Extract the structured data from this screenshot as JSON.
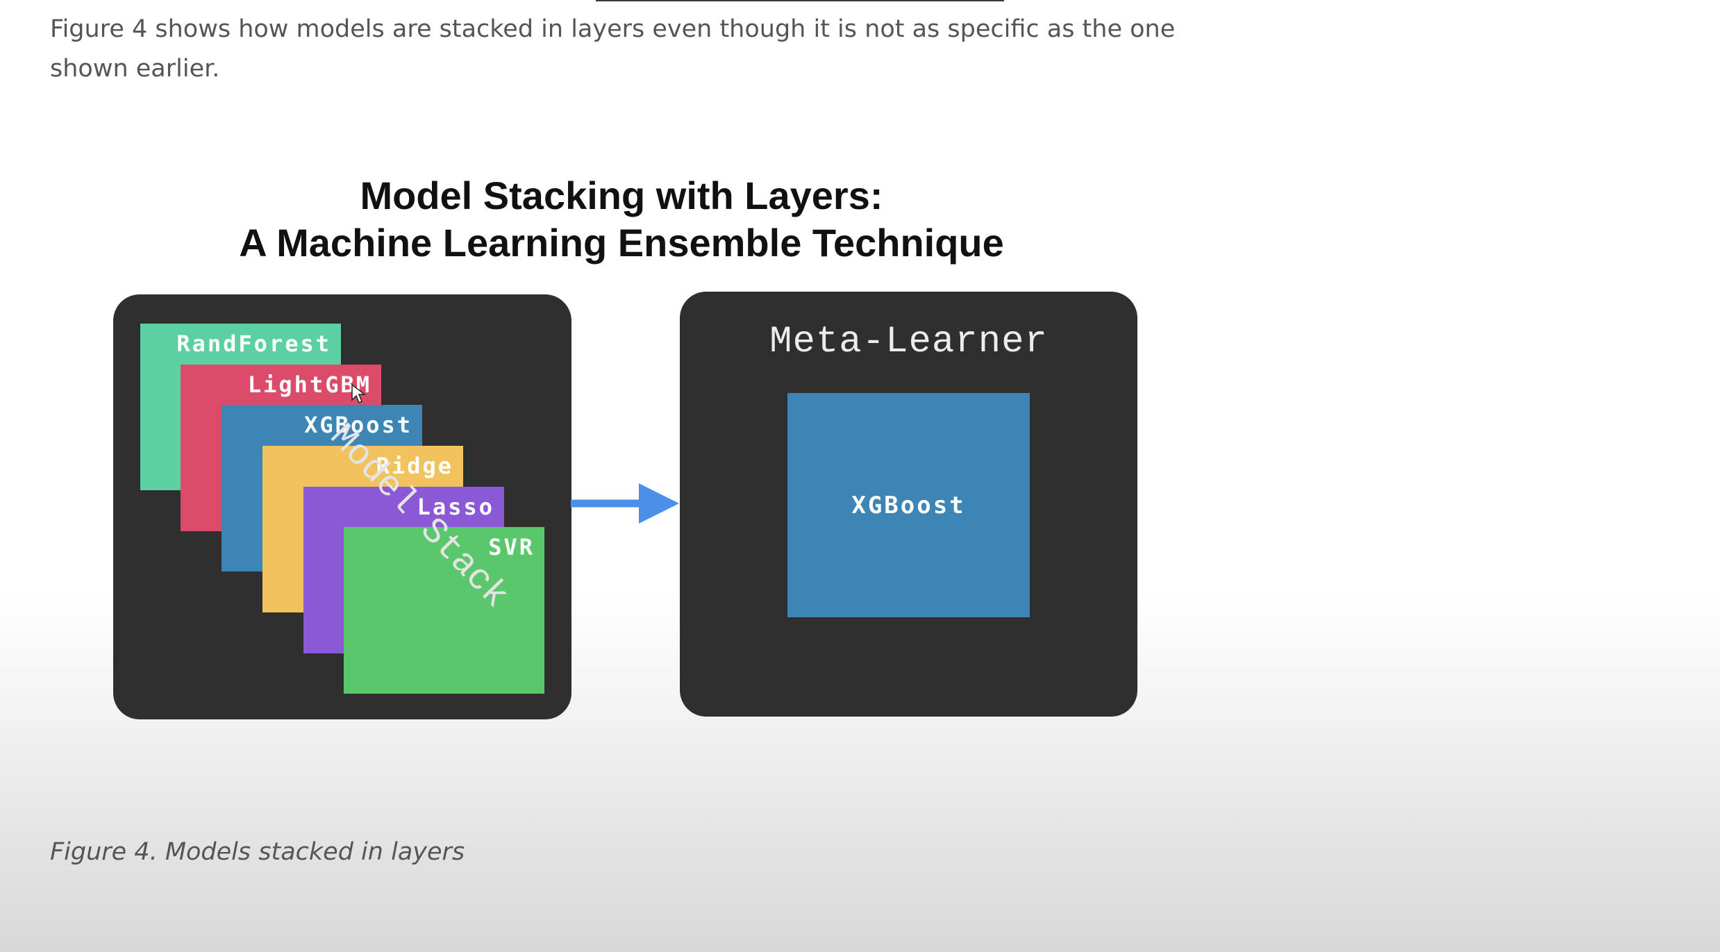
{
  "intro_text": "Figure 4 shows how models are stacked in layers even though it is not as specific as the one shown earlier.",
  "diagram": {
    "title_line1": "Model Stacking with Layers:",
    "title_line2": "A Machine Learning Ensemble Technique",
    "stack_label": "Model Stack",
    "layers": [
      {
        "label": "RandForest",
        "color": "#5ccfa3"
      },
      {
        "label": "LightGBM",
        "color": "#dc4b6a"
      },
      {
        "label": "XGBoost",
        "color": "#3d85b4"
      },
      {
        "label": "Ridge",
        "color": "#f1c35f"
      },
      {
        "label": "Lasso",
        "color": "#8b58d6"
      },
      {
        "label": "SVR",
        "color": "#5bc76c"
      }
    ],
    "arrow_color": "#4a90e8",
    "meta_learner_title": "Meta-Learner",
    "meta_learner_model": "XGBoost",
    "panel_color": "#2f2f2f"
  },
  "caption": "Figure 4. Models stacked in layers"
}
